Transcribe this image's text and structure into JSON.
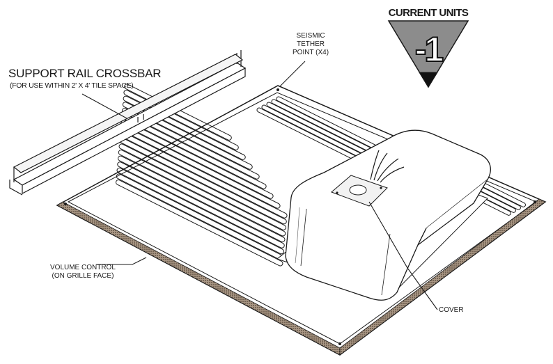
{
  "labels": {
    "support_rail_title": "SUPPORT RAIL CROSSBAR",
    "support_rail_note": "(FOR USE WITHIN 2' X 4' TILE SPACE)",
    "seismic_line1": "SEISMIC",
    "seismic_line2": "TETHER",
    "seismic_line3": "POINT (X4)",
    "volume_line1": "VOLUME CONTROL",
    "volume_line2": "(ON GRILLE FACE)",
    "cover": "COVER"
  },
  "badge": {
    "title": "CURRENT UNITS",
    "value": "-1",
    "triangle_color": "#8c8c8c",
    "tip_color": "#111111"
  },
  "colors": {
    "line": "#1a1a1a",
    "frame_edge": "#6b5a4a"
  }
}
